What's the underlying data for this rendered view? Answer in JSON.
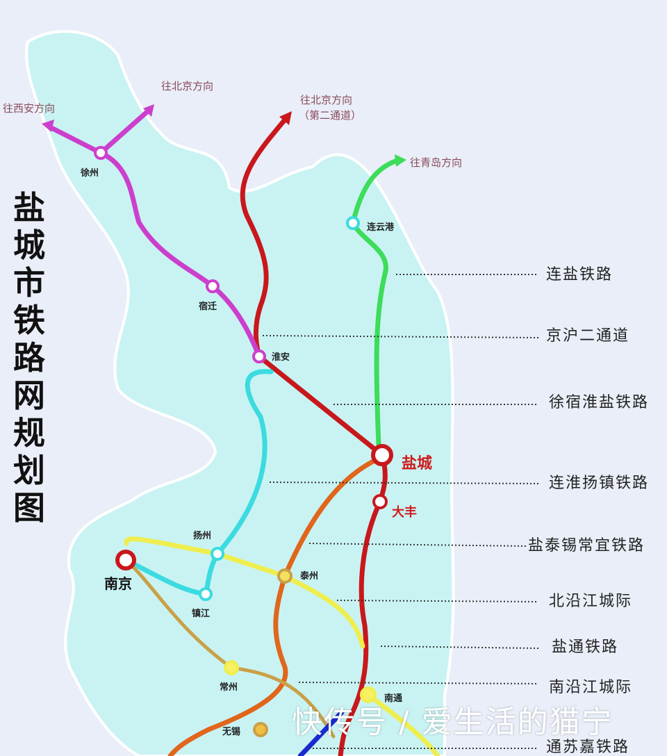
{
  "title": "盐城市铁路网规划图",
  "directions": {
    "xian": "往西安方向",
    "beijing": "往北京方向",
    "beijing2": "往北京方向",
    "beijing2_sub": "（第二通道）",
    "qingdao": "往青岛方向"
  },
  "stations": {
    "xuzhou": "徐州",
    "suqian": "宿迁",
    "huaian": "淮安",
    "lianyungang": "连云港",
    "yancheng": "盐城",
    "dafeng": "大丰",
    "yangzhou": "扬州",
    "nanjing": "南京",
    "zhenjiang": "镇江",
    "taizhou": "泰州",
    "changzhou": "常州",
    "nantong": "南通",
    "wuxi": "无锡"
  },
  "legend": [
    "连盐铁路",
    "京沪二通道",
    "徐宿淮盐铁路",
    "连淮扬镇铁路",
    "盐泰锡常宜铁路",
    "北沿江城际",
    "盐通铁路",
    "南沿江城际",
    "通苏嘉铁路"
  ],
  "colors": {
    "land": "#c9f3f3",
    "purple": "#cc3fcc",
    "red": "#c8181c",
    "green": "#3ddc5a",
    "cyan": "#3bdbe0",
    "orange": "#e0661c",
    "yellow": "#eeee50",
    "tan": "#c9a048",
    "blue": "#1a2ad0"
  },
  "watermark": "快传号 / 爱生活的猫宁"
}
